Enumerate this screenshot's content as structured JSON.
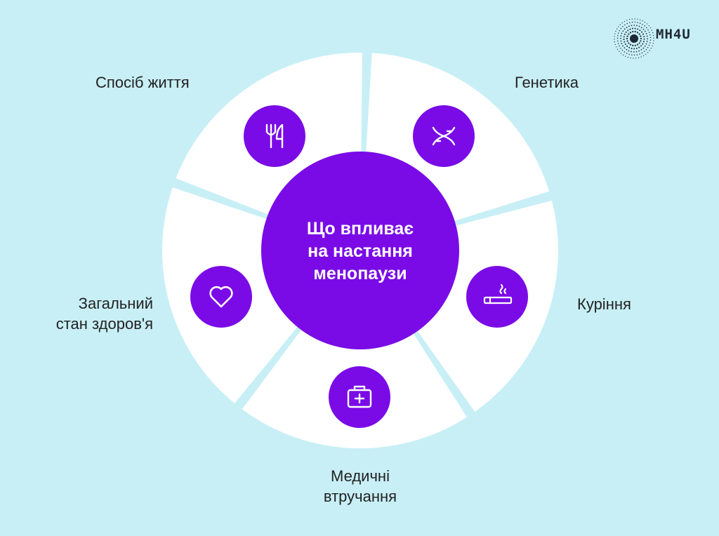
{
  "colors": {
    "background": "#c8eff6",
    "segment": "#ffffff",
    "accent": "#7a0be6",
    "text": "#222222"
  },
  "center": {
    "text": "Що впливає\nна настання\nменопаузи"
  },
  "factors": [
    {
      "label": "Спосіб життя",
      "icon": "fork-knife-icon"
    },
    {
      "label": "Генетика",
      "icon": "dna-icon"
    },
    {
      "label": "Куріння",
      "icon": "cigarette-icon"
    },
    {
      "label": "Медичні\nвтручання",
      "icon": "medical-kit-icon"
    },
    {
      "label": "Загальний\nстан здоров'я",
      "icon": "heart-icon"
    }
  ],
  "logo": {
    "text": "MH4U",
    "icon": "dotted-circle-logo-icon"
  }
}
